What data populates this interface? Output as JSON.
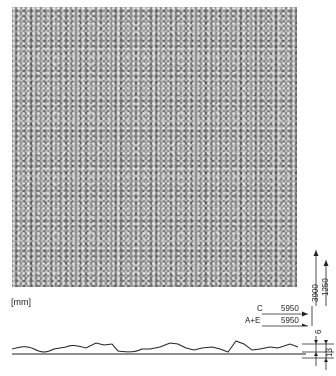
{
  "unit_label": "[mm]",
  "dimensions": {
    "c_label": "C",
    "c_value": "5950",
    "ae_label": "A+E",
    "ae_value": "5950",
    "height_3900": "3900",
    "height_1250": "1250",
    "thickness_top": "6",
    "thickness_total": "13"
  }
}
